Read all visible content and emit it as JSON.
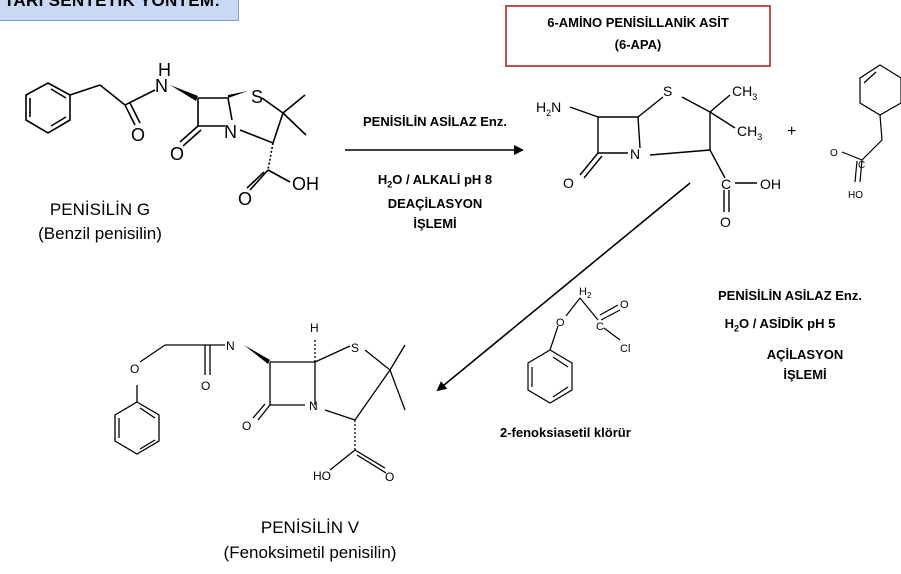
{
  "header": {
    "title": "TARİ SENTETİK YÖNTEM:"
  },
  "apa": {
    "line1": "6-AMİNO PENİSİLLANİK  ASİT",
    "line2": "(6-APA)"
  },
  "left": {
    "name": "PENİSİLİN  G",
    "sub": "(Benzil penisilin)"
  },
  "step1": {
    "enzyme": "PENİSİLİN ASİLAZ Enz.",
    "cond_pre": "H",
    "cond_sub": "2",
    "cond_post": "O / ALKALİ pH 8",
    "proc1": "DEAÇİLASYON",
    "proc2": "İŞLEMİ"
  },
  "step2": {
    "enzyme": "PENİSİLİN ASİLAZ Enz.",
    "cond_pre": "H",
    "cond_sub": "2",
    "cond_post": "O / ASİDİK pH 5",
    "proc1": "AÇİLASYON",
    "proc2": "İŞLEMİ"
  },
  "reagent": {
    "name": "2-fenoksiasetil klörür"
  },
  "bottom": {
    "name": "PENİSİLİN  V",
    "sub": "(Fenoksimetil penisilin)"
  },
  "atoms": {
    "H": "H",
    "N": "N",
    "S": "S",
    "O": "O",
    "OH": "OH",
    "C": "C",
    "Cl": "Cl",
    "HO": "HO",
    "H2N_main": "H",
    "H2N_sub": "2",
    "H2N_end": "N",
    "CH3_main": "CH",
    "CH3_sub": "3",
    "H2_main": "H",
    "H2_sub": "2",
    "plus": "+"
  }
}
